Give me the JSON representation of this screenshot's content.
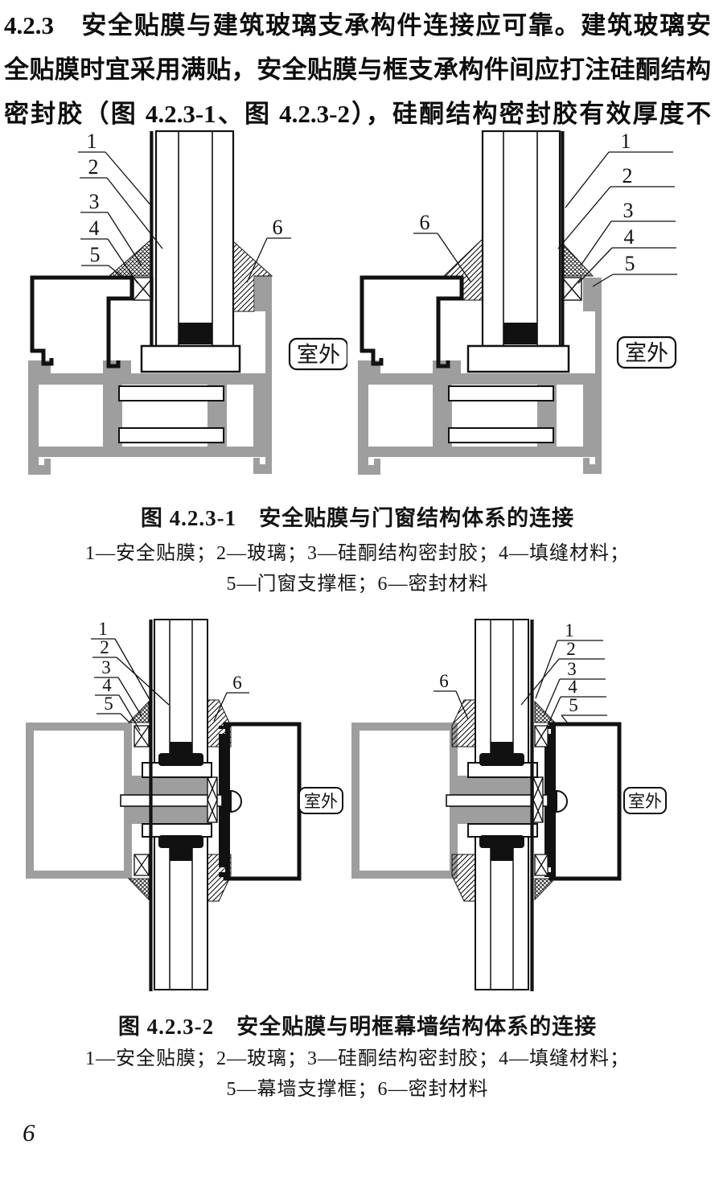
{
  "paragraph": {
    "lines": [
      "4.2.3　安全贴膜与建筑玻璃支承构件连接应可靠。建筑玻璃安",
      "全贴膜时宜采用满贴，安全贴膜与框支承构件间应打注硅酮结构",
      "密封胶（图 4.2.3-1、图 4.2.3-2），硅酮结构密封胶有效厚度不"
    ]
  },
  "figure1": {
    "caption": "图 4.2.3-1　安全贴膜与门窗结构体系的连接",
    "legend": [
      "1—安全贴膜；2—玻璃；3—硅酮结构密封胶；4—填缝材料；",
      "5—门窗支撑框；6—密封材料"
    ],
    "outdoor": "室外",
    "labels": {
      "n1": "1",
      "n2": "2",
      "n3": "3",
      "n4": "4",
      "n5": "5",
      "n6": "6"
    }
  },
  "figure2": {
    "caption": "图 4.2.3-2　安全贴膜与明框幕墙结构体系的连接",
    "legend": [
      "1—安全贴膜；2—玻璃；3—硅酮结构密封胶；4—填缝材料；",
      "5—幕墙支撑框；6—密封材料"
    ],
    "outdoor": "室外",
    "labels": {
      "n1": "1",
      "n2": "2",
      "n3": "3",
      "n4": "4",
      "n5": "5",
      "n6": "6"
    }
  },
  "page_number": "6",
  "colors": {
    "frame_gray": "#9e9e9e",
    "ink": "#111111"
  }
}
